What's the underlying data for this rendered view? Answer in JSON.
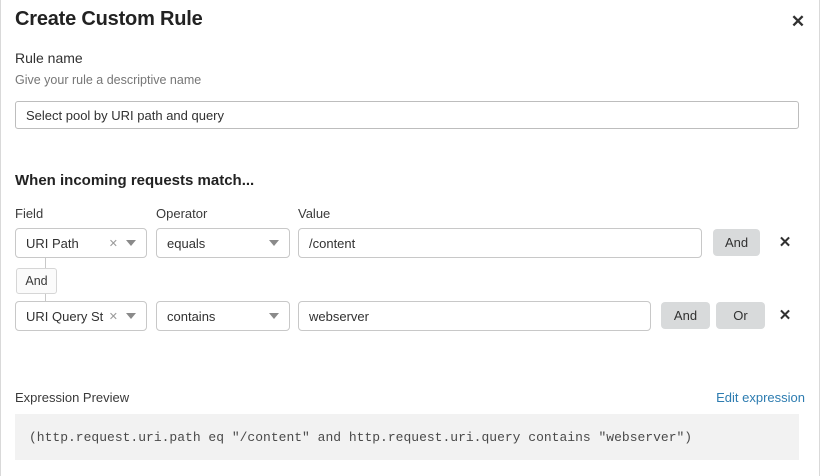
{
  "modal": {
    "title": "Create Custom Rule",
    "close_icon": "close-icon"
  },
  "rule_name": {
    "label": "Rule name",
    "help": "Give your rule a descriptive name",
    "value": "Select pool by URI path and query",
    "placeholder": "Enter rule name"
  },
  "conditions": {
    "heading": "When incoming requests match...",
    "columns": {
      "field": "Field",
      "operator": "Operator",
      "value": "Value"
    },
    "connector": {
      "label": "And"
    },
    "rows": [
      {
        "field": "URI Path",
        "operator": "equals",
        "value": "/content",
        "value_placeholder": "Enter value",
        "buttons": [
          "And"
        ],
        "delete_icon": "close-icon",
        "clear_icon": "clear-icon",
        "caret_icon": "chevron-down-icon"
      },
      {
        "field": "URI Query St...",
        "operator": "contains",
        "value": "webserver",
        "value_placeholder": "Enter value",
        "buttons": [
          "And",
          "Or"
        ],
        "delete_icon": "close-icon",
        "clear_icon": "clear-icon",
        "caret_icon": "chevron-down-icon"
      }
    ]
  },
  "expression": {
    "label": "Expression Preview",
    "edit_link": "Edit expression",
    "code": "(http.request.uri.path eq \"/content\" and http.request.uri.query contains \"webserver\")"
  },
  "colors": {
    "link": "#2d7cb0",
    "button_bg": "#d8dadb",
    "code_bg": "#f2f2f2",
    "border": "#c8c8c8"
  }
}
